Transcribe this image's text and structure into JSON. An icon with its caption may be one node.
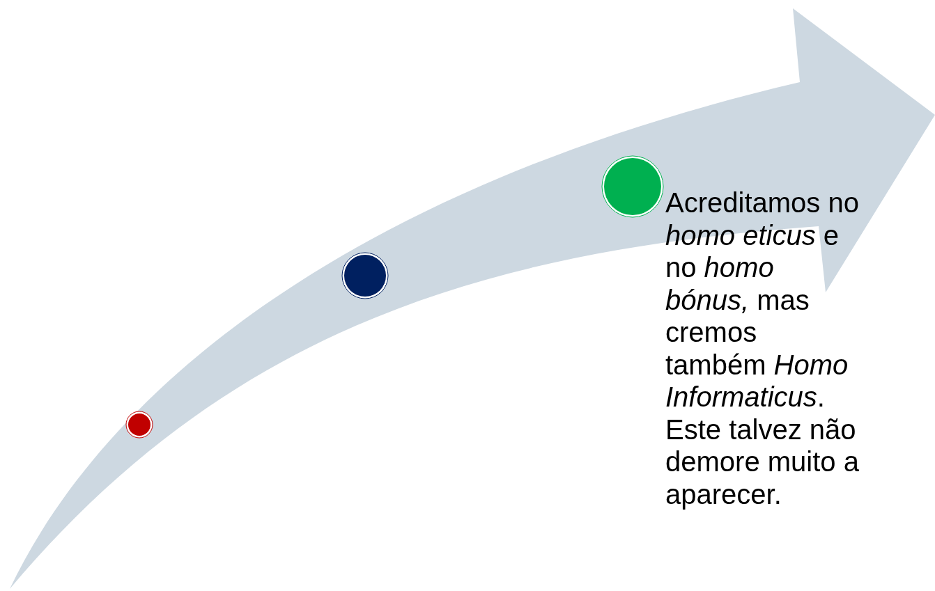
{
  "diagram": {
    "nodes": [
      {
        "text": [],
        "shape": "circle"
      },
      {
        "text": [],
        "shape": "circle"
      },
      {
        "text": [],
        "shape": "circle",
        "beside": [
          "Acreditamos no *homo eticus* e no *homo bónus,* mas cremos também *Homo Informaticus*. Este talvez não demore muito a aparecer."
        ]
      }
    ]
  }
}
